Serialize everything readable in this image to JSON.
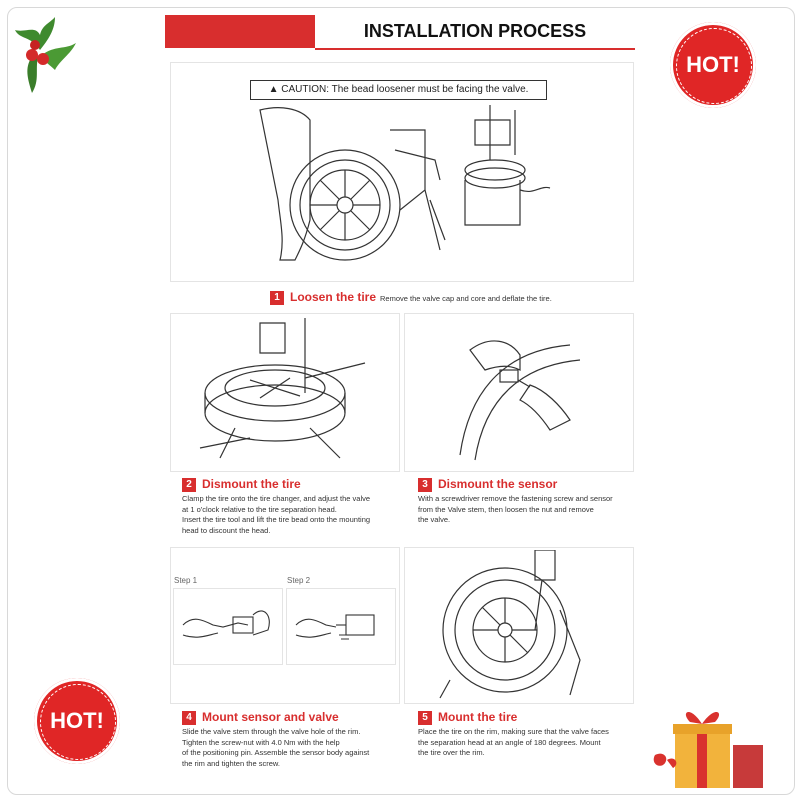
{
  "header": {
    "title": "INSTALLATION PROCESS"
  },
  "badges": {
    "hot_top": "HOT!",
    "hot_bottom": "HOT!"
  },
  "caution": "▲ CAUTION: The bead loosener must be facing the valve.",
  "steps": [
    {
      "num": "1",
      "title": "Loosen the tire",
      "desc": "Remove the valve cap and core and deflate the tire."
    },
    {
      "num": "2",
      "title": "Dismount the tire",
      "desc": [
        "Clamp the tire onto the tire changer, and adjust the valve",
        "at 1 o'clock relative to the tire separation head.",
        "Insert the tire tool and lift the tire bead onto the mounting",
        "head to discount the head."
      ]
    },
    {
      "num": "3",
      "title": "Dismount the sensor",
      "desc": [
        "With a screwdriver remove the fastening screw and sensor",
        "from the Valve stem, then loosen the nut and remove",
        "the valve."
      ]
    },
    {
      "num": "4",
      "title": "Mount sensor and valve",
      "desc": [
        "Slide the valve stem through the valve hole of the rim.",
        "Tighten the screw-nut with 4.0 Nm with the help",
        "of the positioning pin. Assemble the sensor body against",
        "the rim and tighten the screw."
      ]
    },
    {
      "num": "5",
      "title": "Mount the tire",
      "desc": [
        "Place the tire on the rim, making sure that the valve faces",
        "the separation head at an angle of 180 degrees. Mount",
        "the tire over the rim."
      ]
    }
  ],
  "substeps": {
    "step1": "Step 1",
    "step2": "Step 2"
  }
}
